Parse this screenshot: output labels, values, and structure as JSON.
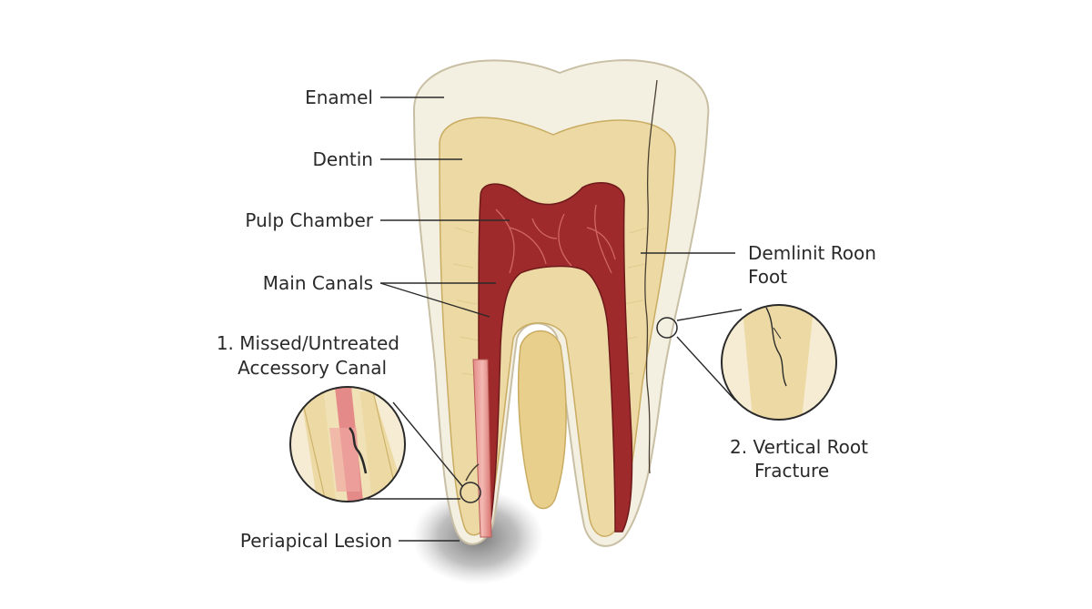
{
  "labels": {
    "enamel": "Enamel",
    "dentin": "Dentin",
    "pulp_chamber": "Pulp Chamber",
    "main_canals": "Main Canals",
    "missed_canal_line1": "1. Missed/Untreated",
    "missed_canal_line2": "Accessory Canal",
    "periapical_lesion": "Periapical Lesion",
    "demlinit_line1": "Demlinit Roon",
    "demlinit_line2": "Foot",
    "vrf_line1": "2. Vertical Root",
    "vrf_line2": "Fracture"
  },
  "colors": {
    "enamel": "#f3efe1",
    "dentin": "#ecd9a3",
    "pulp": "#9e2a2b",
    "canal_filling": "#e8918f",
    "lesion": "#8a8a8a",
    "line": "#2a2a2a"
  }
}
